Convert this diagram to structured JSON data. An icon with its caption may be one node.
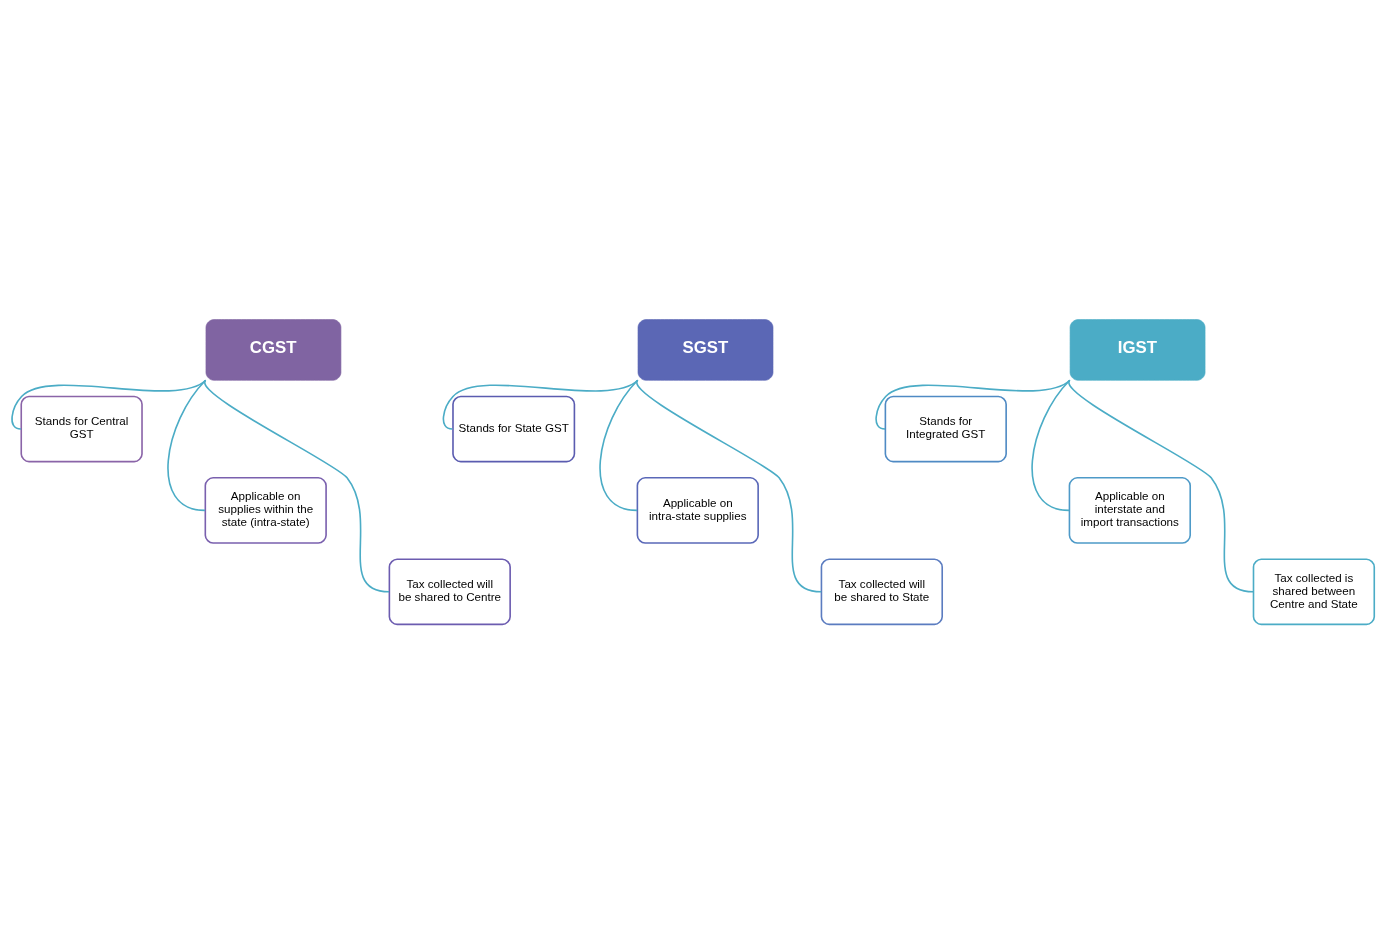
{
  "diagram": {
    "nodes": [
      {
        "text": [
          "CGST"
        ]
      },
      {
        "text": [
          "Stands for Central GST"
        ]
      },
      {
        "text": [
          "Applicable on supplies within the state (intra-state)"
        ]
      },
      {
        "text": [
          "Tax collected will be shared to Centre"
        ]
      },
      {
        "text": [
          "SGST"
        ]
      },
      {
        "text": [
          "Stands for State GST"
        ]
      },
      {
        "text": [
          "Applicable on intra-state supplies"
        ]
      },
      {
        "text": [
          "Tax collected will be shared to State"
        ]
      },
      {
        "text": [
          "IGST"
        ]
      },
      {
        "text": [
          "Stands for Integrated GST"
        ]
      },
      {
        "text": [
          "Applicable on interstate and import transactions"
        ]
      },
      {
        "text": [
          "Tax collected is shared between Centre and State"
        ]
      }
    ],
    "edges": [
      {
        "from": 0,
        "to": 1,
        "arrow": "none"
      },
      {
        "from": 0,
        "to": 2,
        "arrow": "none"
      },
      {
        "from": 0,
        "to": 3,
        "arrow": "none"
      },
      {
        "from": 4,
        "to": 5,
        "arrow": "none"
      },
      {
        "from": 4,
        "to": 6,
        "arrow": "none"
      },
      {
        "from": 4,
        "to": 7,
        "arrow": "none"
      },
      {
        "from": 8,
        "to": 9,
        "arrow": "none"
      },
      {
        "from": 8,
        "to": 10,
        "arrow": "none"
      },
      {
        "from": 8,
        "to": 11,
        "arrow": "none"
      }
    ]
  }
}
